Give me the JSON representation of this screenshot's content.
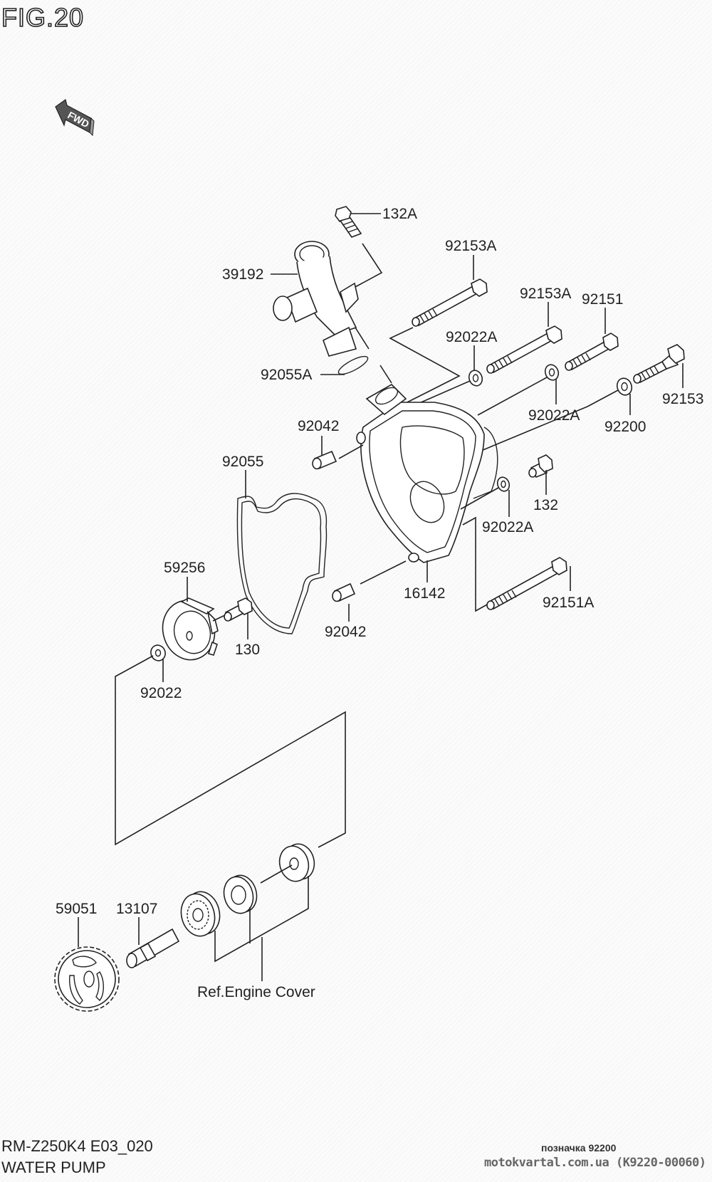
{
  "figure": {
    "title": "FIG.20",
    "fwd_label": "FWD",
    "model_code": "RM-Z250K4 E03_020",
    "section_name": "WATER PUMP"
  },
  "watermark": {
    "mark_text": "позначка 92200",
    "site_text": "motokvartal.com.ua (K9220-00060)"
  },
  "parts": {
    "p132A": "132A",
    "p39192": "39192",
    "p92153A_1": "92153A",
    "p92153A_2": "92153A",
    "p92151": "92151",
    "p92022A_1": "92022A",
    "p92055A": "92055A",
    "p92153": "92153",
    "p92042_1": "92042",
    "p92022A_2": "92022A",
    "p92200": "92200",
    "p92055": "92055",
    "p132": "132",
    "p92022A_3": "92022A",
    "p59256": "59256",
    "p16142": "16142",
    "p92151A": "92151A",
    "p130": "130",
    "p92042_2": "92042",
    "p92022": "92022",
    "p59051": "59051",
    "p13107": "13107",
    "ref_engine_cover": "Ref.Engine Cover"
  }
}
